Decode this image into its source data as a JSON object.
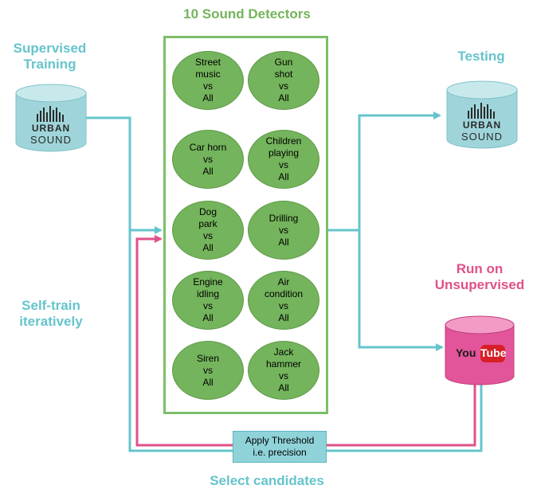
{
  "header": {
    "title": "10 Sound Detectors"
  },
  "left": {
    "supervised_line1": "Supervised",
    "supervised_line2": "Training",
    "selftrain_line1": "Self-train",
    "selftrain_line2": "iteratively"
  },
  "right": {
    "testing": "Testing",
    "run_line1": "Run on",
    "run_line2": "Unsupervised"
  },
  "footer": {
    "select": "Select candidates"
  },
  "urbansound": {
    "brand_top": "URBAN",
    "brand_bottom": "SOUND"
  },
  "youtube": {
    "you": "You",
    "tube": "Tube"
  },
  "threshold": {
    "line1": "Apply Threshold",
    "line2": "i.e. precision"
  },
  "detectors": [
    "Street\nmusic\nvs\nAll",
    "Gun\nshot\nvs\nAll",
    "Car horn\nvs\nAll",
    "Children\nplaying\nvs\nAll",
    "Dog\npark\nvs\nAll",
    "Drilling\nvs\nAll",
    "Engine\nidling\nvs\nAll",
    "Air\ncondition\nvs\nAll",
    "Siren\nvs\nAll",
    "Jack\nhammer\nvs\nAll"
  ],
  "colors": {
    "green": "#74b45c",
    "teal": "#66c4cc",
    "pink": "#e0508a"
  }
}
